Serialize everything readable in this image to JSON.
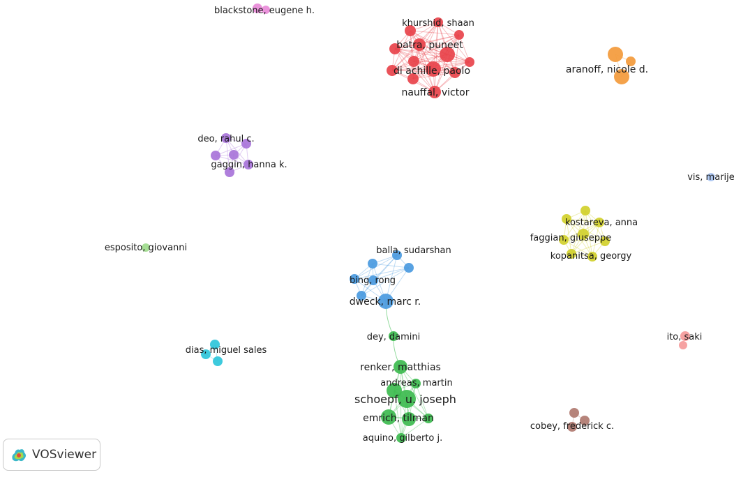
{
  "app": {
    "name": "VOSviewer",
    "logo_icon": "vosviewer-logo-icon"
  },
  "clusters": [
    {
      "id": "red",
      "color": "#e8434b",
      "labels": [
        "khurshid, shaan",
        "batra, puneet",
        "di achille, paolo",
        "nauffal, victor"
      ]
    },
    {
      "id": "orange",
      "color": "#f39a3b",
      "labels": [
        "aranoff, nicole d."
      ]
    },
    {
      "id": "pink",
      "color": "#e88ad8",
      "labels": [
        "blackstone, eugene h."
      ]
    },
    {
      "id": "purple",
      "color": "#a874d9",
      "labels": [
        "deo, rahul c.",
        "gaggin, hanna k."
      ]
    },
    {
      "id": "light-blue",
      "color": "#a9c4f2",
      "labels": [
        "vis, marije"
      ]
    },
    {
      "id": "yellow",
      "color": "#d1d02c",
      "labels": [
        "kostareva, anna",
        "faggian, giuseppe",
        "kopanitsa, georgy"
      ]
    },
    {
      "id": "light-green",
      "color": "#9edb8c",
      "labels": [
        "esposito, giovanni"
      ]
    },
    {
      "id": "blue",
      "color": "#4a9ae0",
      "labels": [
        "balla, sudarshan",
        "bing, rong",
        "dweck, marc r."
      ]
    },
    {
      "id": "green",
      "color": "#3dbb4f",
      "labels": [
        "dey, damini",
        "renker, matthias",
        "andreas, martin",
        "schoepf, u. joseph",
        "emrich, tilman",
        "aquino, gilberto j."
      ]
    },
    {
      "id": "cyan",
      "color": "#2ec6da",
      "labels": [
        "dias, miguel sales"
      ]
    },
    {
      "id": "salmon",
      "color": "#f59a9a",
      "labels": [
        "ito, saki"
      ]
    },
    {
      "id": "brown",
      "color": "#b07a70",
      "labels": [
        "cobey, frederick c."
      ]
    }
  ]
}
